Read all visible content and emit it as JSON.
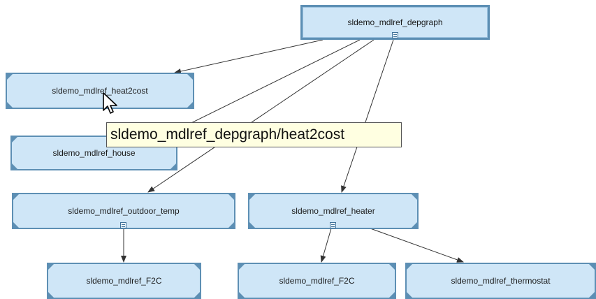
{
  "diagram": {
    "nodes": [
      {
        "id": "depgraph",
        "label": "sldemo_mdlref_depgraph",
        "root": true,
        "expander": true
      },
      {
        "id": "heat2cost",
        "label": "sldemo_mdlref_heat2cost",
        "expander": false
      },
      {
        "id": "house",
        "label": "sldemo_mdlref_house",
        "expander": false
      },
      {
        "id": "outdoor_temp",
        "label": "sldemo_mdlref_outdoor_temp",
        "expander": true
      },
      {
        "id": "heater",
        "label": "sldemo_mdlref_heater",
        "expander": true
      },
      {
        "id": "f2c_left",
        "label": "sldemo_mdlref_F2C",
        "expander": false
      },
      {
        "id": "f2c_right",
        "label": "sldemo_mdlref_F2C",
        "expander": false
      },
      {
        "id": "thermostat",
        "label": "sldemo_mdlref_thermostat",
        "expander": false
      }
    ],
    "edges": [
      {
        "from": "depgraph",
        "to": "heat2cost"
      },
      {
        "from": "depgraph",
        "to": "house"
      },
      {
        "from": "depgraph",
        "to": "outdoor_temp"
      },
      {
        "from": "depgraph",
        "to": "heater"
      },
      {
        "from": "outdoor_temp",
        "to": "f2c_left"
      },
      {
        "from": "heater",
        "to": "f2c_right"
      },
      {
        "from": "heater",
        "to": "thermostat"
      }
    ],
    "colors": {
      "node_fill": "#cfe6f7",
      "node_border": "#5d8fb4",
      "edge": "#333333",
      "tooltip_bg": "#ffffe1"
    }
  },
  "tooltip": {
    "text": "sldemo_mdlref_depgraph/heat2cost"
  },
  "cursor": {
    "icon": "arrow-pointer-icon"
  }
}
